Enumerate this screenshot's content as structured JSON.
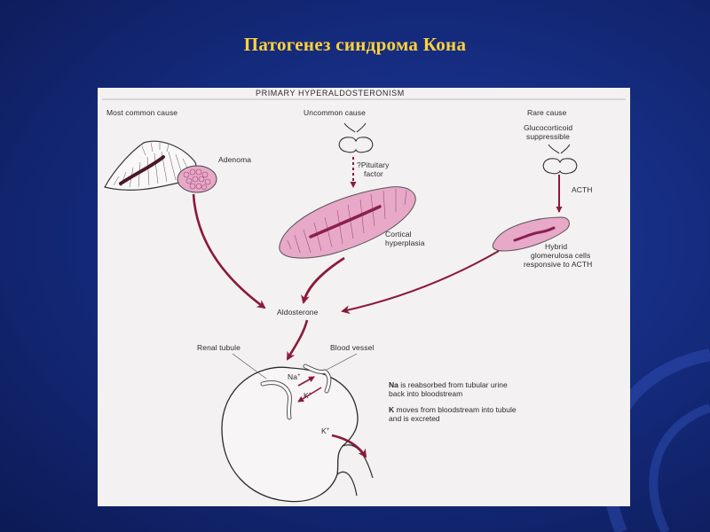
{
  "slide": {
    "title": "Патогенез синдрома Кона"
  },
  "diagram": {
    "header": "PRIMARY HYPERALDOSTERONISM",
    "causes": {
      "most_common": "Most common cause",
      "uncommon": "Uncommon cause",
      "rare": "Rare cause"
    },
    "labels": {
      "adenoma": "Adenoma",
      "pituitary_factor_1": "?Pituitary",
      "pituitary_factor_2": "factor",
      "glucocorticoid_1": "Glucocorticoid",
      "glucocorticoid_2": "suppressible",
      "acth": "ACTH",
      "cortical_1": "Cortical",
      "cortical_2": "hyperplasia",
      "hybrid_1": "Hybrid",
      "hybrid_2": "glomerulosa cells",
      "hybrid_3": "responsive to ACTH",
      "aldosterone": "Aldosterone",
      "renal_tubule": "Renal tubule",
      "blood_vessel": "Blood vessel",
      "na": "Na",
      "na_sup": "+",
      "k_inner": "K",
      "k_inner_sup": "+",
      "k_outer": "K",
      "k_outer_sup": "+"
    },
    "legend": {
      "na_bold": "Na",
      "na_line1": " is reabsorbed from tubular urine",
      "na_line2": "back into bloodstream",
      "k_bold": "K",
      "k_line1": " moves from bloodstream into tubule",
      "k_line2": "and is excreted"
    },
    "colors": {
      "arrow": "#8a1a3a",
      "gland_fill": "#e8a8c8",
      "gland_stripe": "#8a1f52",
      "adrenal_core": "#5a1a30"
    }
  }
}
